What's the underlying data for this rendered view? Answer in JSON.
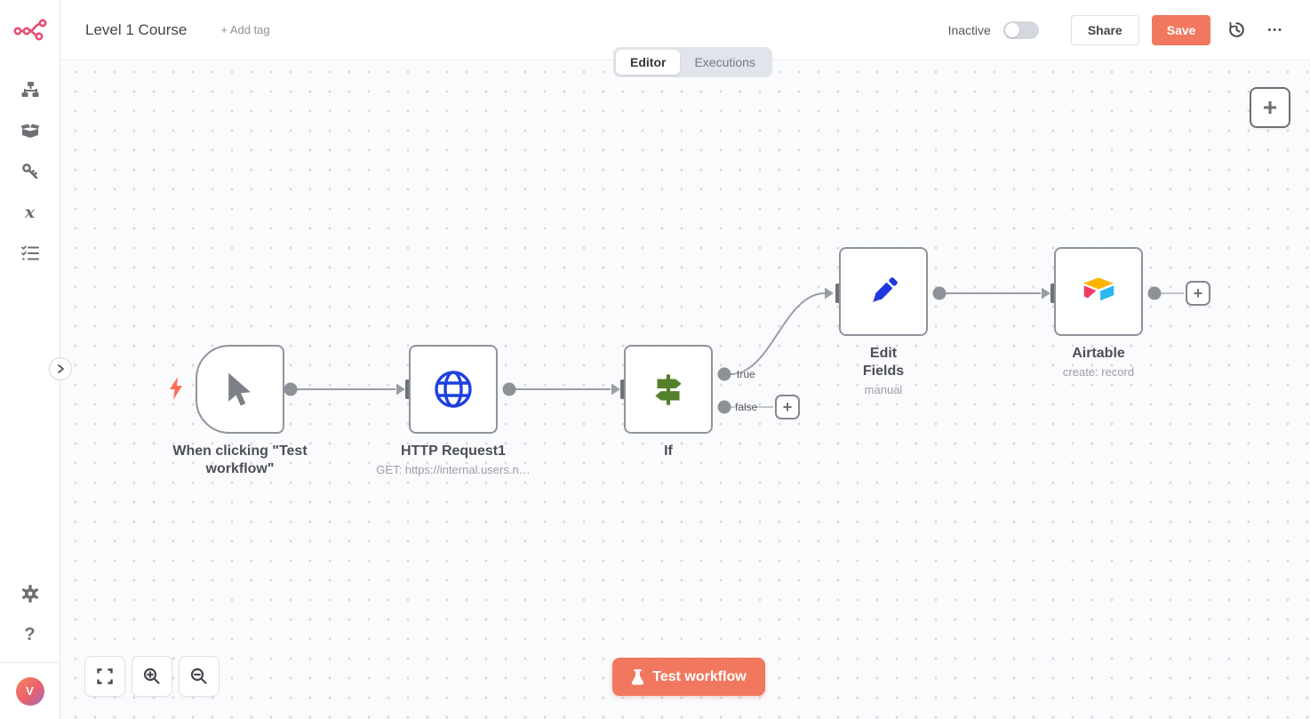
{
  "header": {
    "title": "Level 1 Course",
    "add_tag": "+ Add tag",
    "status_label": "Inactive",
    "share_label": "Share",
    "save_label": "Save",
    "more_glyph": "•••"
  },
  "tabs": {
    "editor": "Editor",
    "executions": "Executions"
  },
  "sidebar": {
    "variables_glyph": "x",
    "help_glyph": "?",
    "avatar_initial": "V"
  },
  "canvas": {
    "nodes": [
      {
        "label": "When clicking \"Test workflow\"",
        "subtitle": ""
      },
      {
        "label": "HTTP Request1",
        "subtitle": "GET: https://internal.users.n…"
      },
      {
        "label": "If",
        "subtitle": ""
      },
      {
        "label": "Edit Fields",
        "subtitle": "manual"
      },
      {
        "label": "Airtable",
        "subtitle": "create: record"
      }
    ],
    "if_outputs": {
      "true_label": "true",
      "false_label": "false"
    },
    "plus_glyph": "+",
    "test_button": "Test workflow"
  },
  "colors": {
    "primary": "#f1785e",
    "logo_pink": "#ea4b71",
    "node_border": "#8f939a",
    "connection": "#9a9da3",
    "blue_icon": "#1e38e0",
    "if_green": "#55802b",
    "airtable_yellow": "#fcb400",
    "airtable_red": "#f23b60",
    "airtable_blue": "#2bb7f0",
    "bolt_orange": "#ff6d5a"
  }
}
